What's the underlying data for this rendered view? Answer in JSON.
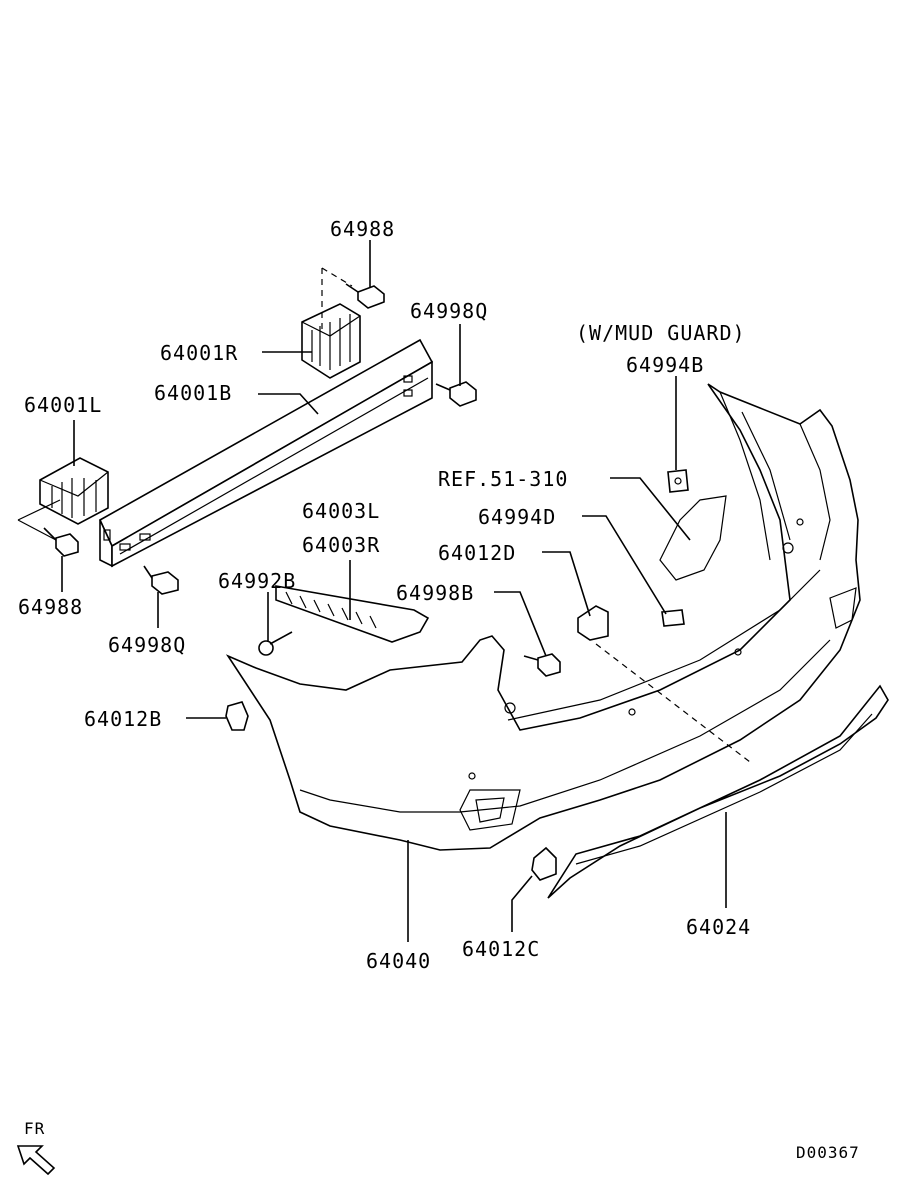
{
  "labels": {
    "p64988_top": "64988",
    "p64998Q_top": "64998Q",
    "p64001R": "64001R",
    "p64001B": "64001B",
    "p64001L": "64001L",
    "p64988_left": "64988",
    "p64998Q_left": "64998Q",
    "p64003L": "64003L",
    "p64003R": "64003R",
    "p64992B": "64992B",
    "p64012D": "64012D",
    "p64998B": "64998B",
    "p64012B": "64012B",
    "mud_guard": "(W/MUD GUARD)",
    "p64994B": "64994B",
    "ref": "REF.51-310",
    "p64994D": "64994D",
    "p64040": "64040",
    "p64012C": "64012C",
    "p64024": "64024"
  },
  "direction": {
    "label": "FR",
    "icon": "front-arrow-icon"
  },
  "diagram_code": "D00367"
}
